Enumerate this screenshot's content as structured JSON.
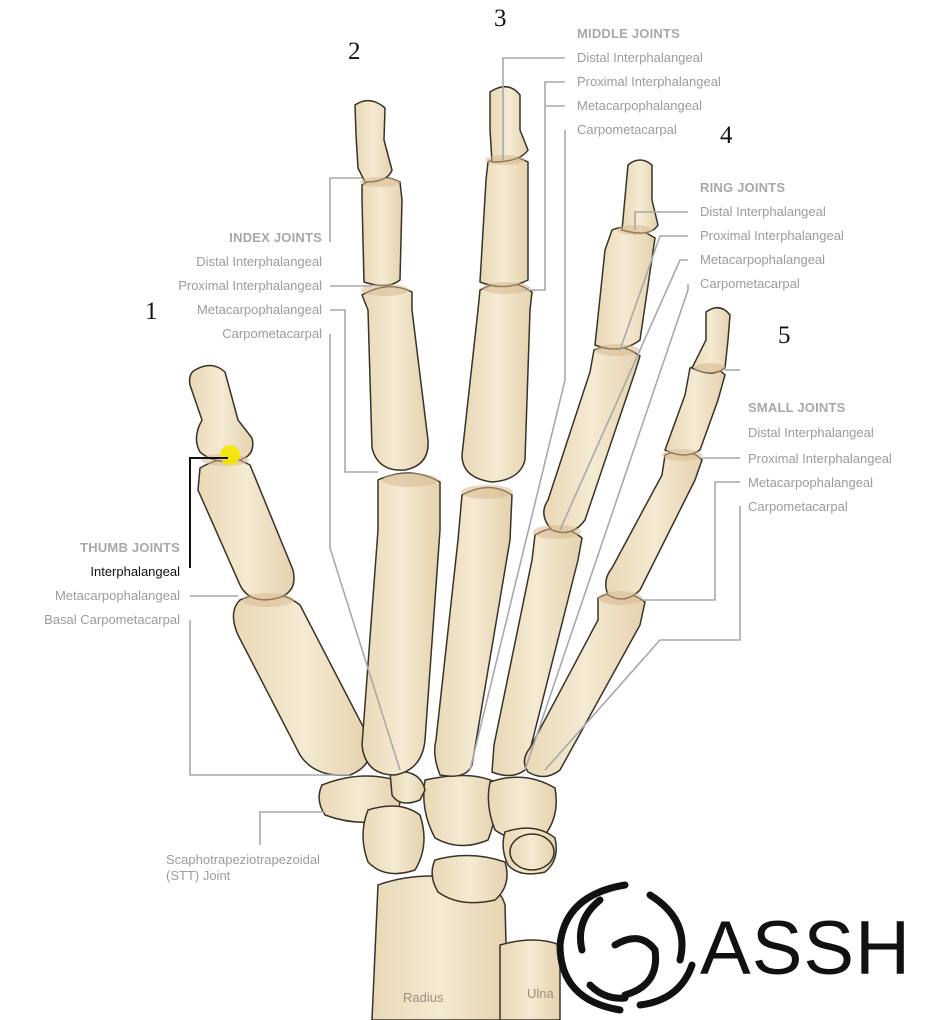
{
  "finger_numbers": [
    "1",
    "2",
    "3",
    "4",
    "5"
  ],
  "thumb": {
    "heading": "THUMB JOINTS",
    "joints": [
      "Interphalangeal",
      "Metacarpophalangeal",
      "Basal Carpometacarpal"
    ],
    "highlighted": "Interphalangeal"
  },
  "index": {
    "heading": "INDEX JOINTS",
    "joints": [
      "Distal Interphalangeal",
      "Proximal Interphalangeal",
      "Metacarpophalangeal",
      "Carpometacarpal"
    ]
  },
  "middle": {
    "heading": "MIDDLE JOINTS",
    "joints": [
      "Distal Interphalangeal",
      "Proximal Interphalangeal",
      "Metacarpophalangeal",
      "Carpometacarpal"
    ]
  },
  "ring": {
    "heading": "RING JOINTS",
    "joints": [
      "Distal Interphalangeal",
      "Proximal Interphalangeal",
      "Metacarpophalangeal",
      "Carpometacarpal"
    ]
  },
  "small": {
    "heading": "SMALL JOINTS",
    "joints": [
      "Distal Interphalangeal",
      "Proximal Interphalangeal",
      "Metacarpophalangeal",
      "Carpometacarpal"
    ]
  },
  "stt_joint": "Scaphotrapeziotrapezoidal (STT) Joint",
  "bones": {
    "radius": "Radius",
    "ulna": "Ulna"
  },
  "logo": {
    "text": "ASSH"
  },
  "colors": {
    "bone": "#efe2c6",
    "bone_outline": "#3a3226",
    "joint_band": "#d9b98f",
    "highlight": "#f4e800",
    "leader_line": "#a9a9a9",
    "label_text": "#9c9c9c"
  }
}
